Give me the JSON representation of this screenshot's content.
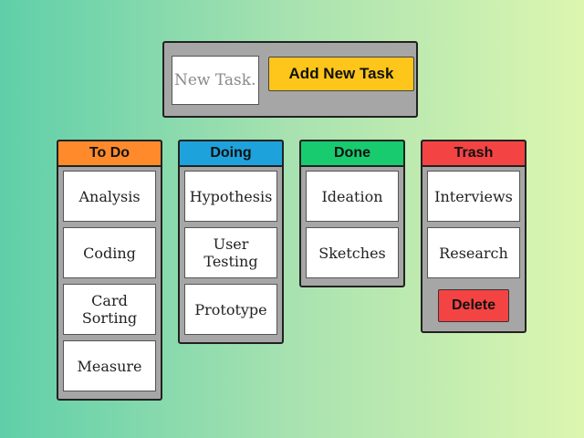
{
  "add_panel": {
    "input_placeholder": "New Task...",
    "input_value": "",
    "add_button_label": "Add New Task"
  },
  "columns": [
    {
      "title": "To Do",
      "color": "#fe8a2c",
      "cards": [
        "Analysis",
        "Coding",
        "Card Sorting",
        "Measure"
      ]
    },
    {
      "title": "Doing",
      "color": "#1ea2dc",
      "cards": [
        "Hypothesis",
        "User Testing",
        "Prototype"
      ]
    },
    {
      "title": "Done",
      "color": "#17cb6e",
      "cards": [
        "Ideation",
        "Sketches"
      ]
    },
    {
      "title": "Trash",
      "color": "#f44343",
      "cards": [
        "Interviews",
        "Research"
      ]
    }
  ],
  "trash": {
    "delete_label": "Delete"
  },
  "colors": {
    "add_button": "#fec51a",
    "delete_button": "#f44343",
    "panel": "#a6a6a6"
  }
}
